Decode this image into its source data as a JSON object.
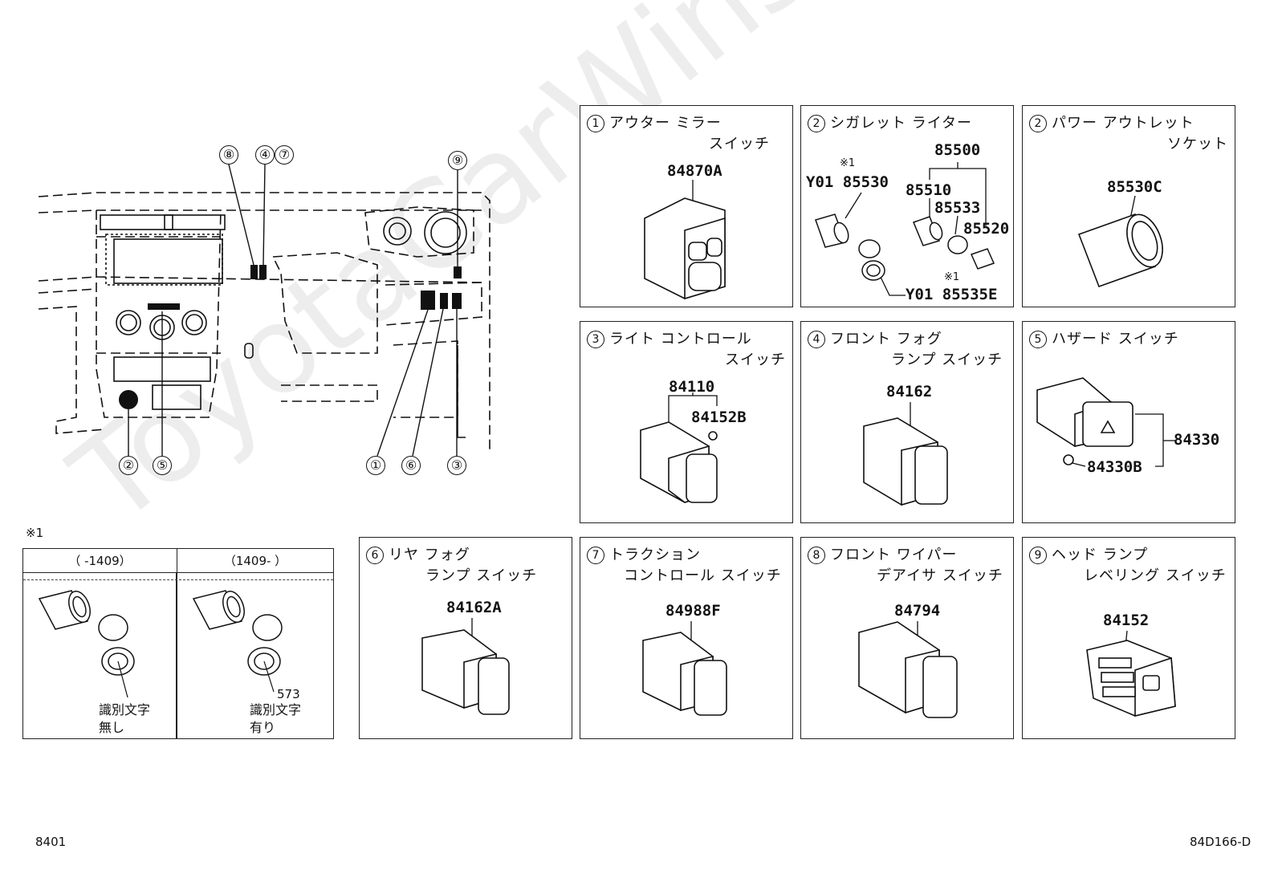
{
  "watermark": "ToyotaCarWins.ru",
  "footer": {
    "left_code": "8401",
    "right_code": "84D166-D"
  },
  "dashboard": {
    "callouts_top": [
      "⑧",
      "④",
      "⑦",
      "⑨"
    ],
    "callouts_bottom": [
      "②",
      "⑤",
      "①",
      "⑥",
      "③"
    ]
  },
  "note_box": {
    "marker": "※1",
    "col1_header": "（      -1409）",
    "col2_header": "（1409-       ）",
    "col1_label_line1": "識別文字",
    "col1_label_line2": "無し",
    "col2_code": "573",
    "col2_label_line1": "識別文字",
    "col2_label_line2": "有り"
  },
  "panels": [
    {
      "num": "1",
      "title1": "アウター ミラー",
      "title2": "スイッチ",
      "parts": [
        "84870A"
      ]
    },
    {
      "num": "2",
      "title1": "シガレット ライター",
      "title2": "",
      "parts": [
        "85500",
        "Y01 85530",
        "85510",
        "85533",
        "85520",
        "Y01 85535E"
      ],
      "marks": [
        "※1",
        "※1"
      ]
    },
    {
      "num": "2",
      "title1": "パワー アウトレット",
      "title2": "ソケット",
      "parts": [
        "85530C"
      ]
    },
    {
      "num": "3",
      "title1": "ライト コントロール",
      "title2": "スイッチ",
      "parts": [
        "84110",
        "84152B"
      ]
    },
    {
      "num": "4",
      "title1": "フロント フォグ",
      "title2": "ランプ スイッチ",
      "parts": [
        "84162"
      ]
    },
    {
      "num": "5",
      "title1": "ハザード スイッチ",
      "title2": "",
      "parts": [
        "84330",
        "84330B"
      ]
    },
    {
      "num": "6",
      "title1": "リヤ フォグ",
      "title2": "ランプ スイッチ",
      "parts": [
        "84162A"
      ]
    },
    {
      "num": "7",
      "title1": "トラクション",
      "title2": "コントロール スイッチ",
      "parts": [
        "84988F"
      ]
    },
    {
      "num": "8",
      "title1": "フロント ワイパー",
      "title2": "デアイサ スイッチ",
      "parts": [
        "84794"
      ]
    },
    {
      "num": "9",
      "title1": "ヘッド ランプ",
      "title2": "レベリング スイッチ",
      "parts": [
        "84152"
      ]
    }
  ]
}
